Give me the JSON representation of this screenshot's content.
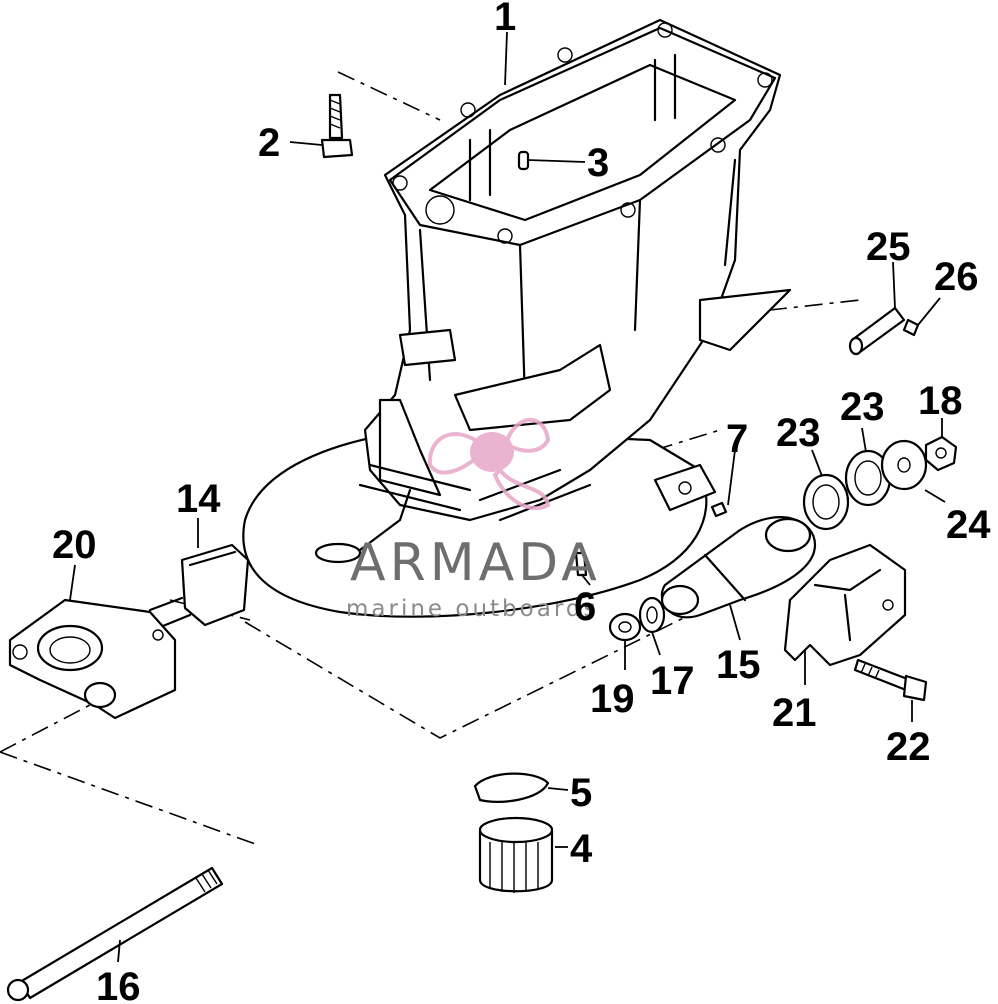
{
  "watermark": {
    "brand": "ARMADA",
    "subtitle": "marine outboards",
    "logo_icon": "propeller-logo-icon",
    "logo_color": "#e7a6c8"
  },
  "callouts": [
    {
      "id": "1",
      "label": "1"
    },
    {
      "id": "2",
      "label": "2"
    },
    {
      "id": "3",
      "label": "3"
    },
    {
      "id": "4",
      "label": "4"
    },
    {
      "id": "5",
      "label": "5"
    },
    {
      "id": "6",
      "label": "6"
    },
    {
      "id": "7",
      "label": "7"
    },
    {
      "id": "14",
      "label": "14"
    },
    {
      "id": "15",
      "label": "15"
    },
    {
      "id": "16",
      "label": "16"
    },
    {
      "id": "17",
      "label": "17"
    },
    {
      "id": "18",
      "label": "18"
    },
    {
      "id": "19",
      "label": "19"
    },
    {
      "id": "20",
      "label": "20"
    },
    {
      "id": "21",
      "label": "21"
    },
    {
      "id": "22",
      "label": "22"
    },
    {
      "id": "23a",
      "label": "23"
    },
    {
      "id": "23b",
      "label": "23"
    },
    {
      "id": "24",
      "label": "24"
    },
    {
      "id": "25",
      "label": "25"
    },
    {
      "id": "26",
      "label": "26"
    }
  ]
}
